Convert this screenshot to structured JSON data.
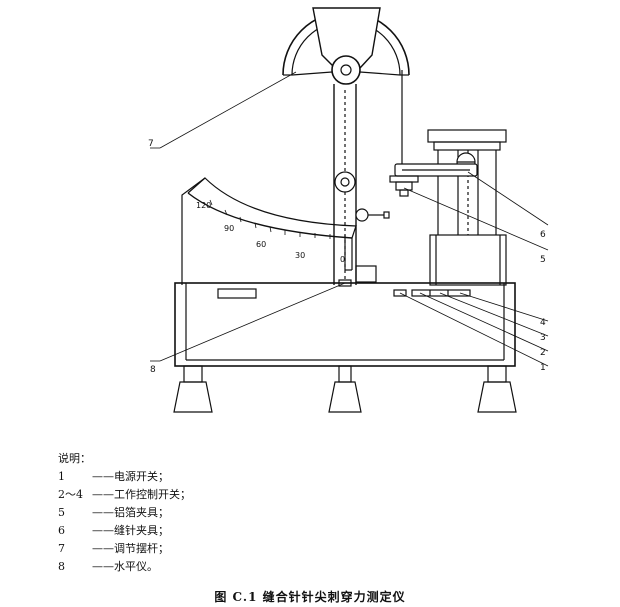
{
  "scale_labels": [
    "120",
    "90",
    "60",
    "30",
    "0"
  ],
  "callouts": [
    "1",
    "2",
    "3",
    "4",
    "5",
    "6",
    "7",
    "8"
  ],
  "legend": {
    "title": "说明：",
    "items": [
      {
        "num": "1",
        "dash": "——",
        "text": "电源开关；"
      },
      {
        "num": "2～4",
        "dash": "——",
        "text": "工作控制开关；"
      },
      {
        "num": "5",
        "dash": "——",
        "text": "铝箔夹具；"
      },
      {
        "num": "6",
        "dash": "——",
        "text": "缝针夹具；"
      },
      {
        "num": "7",
        "dash": "——",
        "text": "调节摆杆；"
      },
      {
        "num": "8",
        "dash": "——",
        "text": "水平仪。"
      }
    ]
  },
  "caption": "图 C.1   缝合针针尖刺穿力测定仪"
}
